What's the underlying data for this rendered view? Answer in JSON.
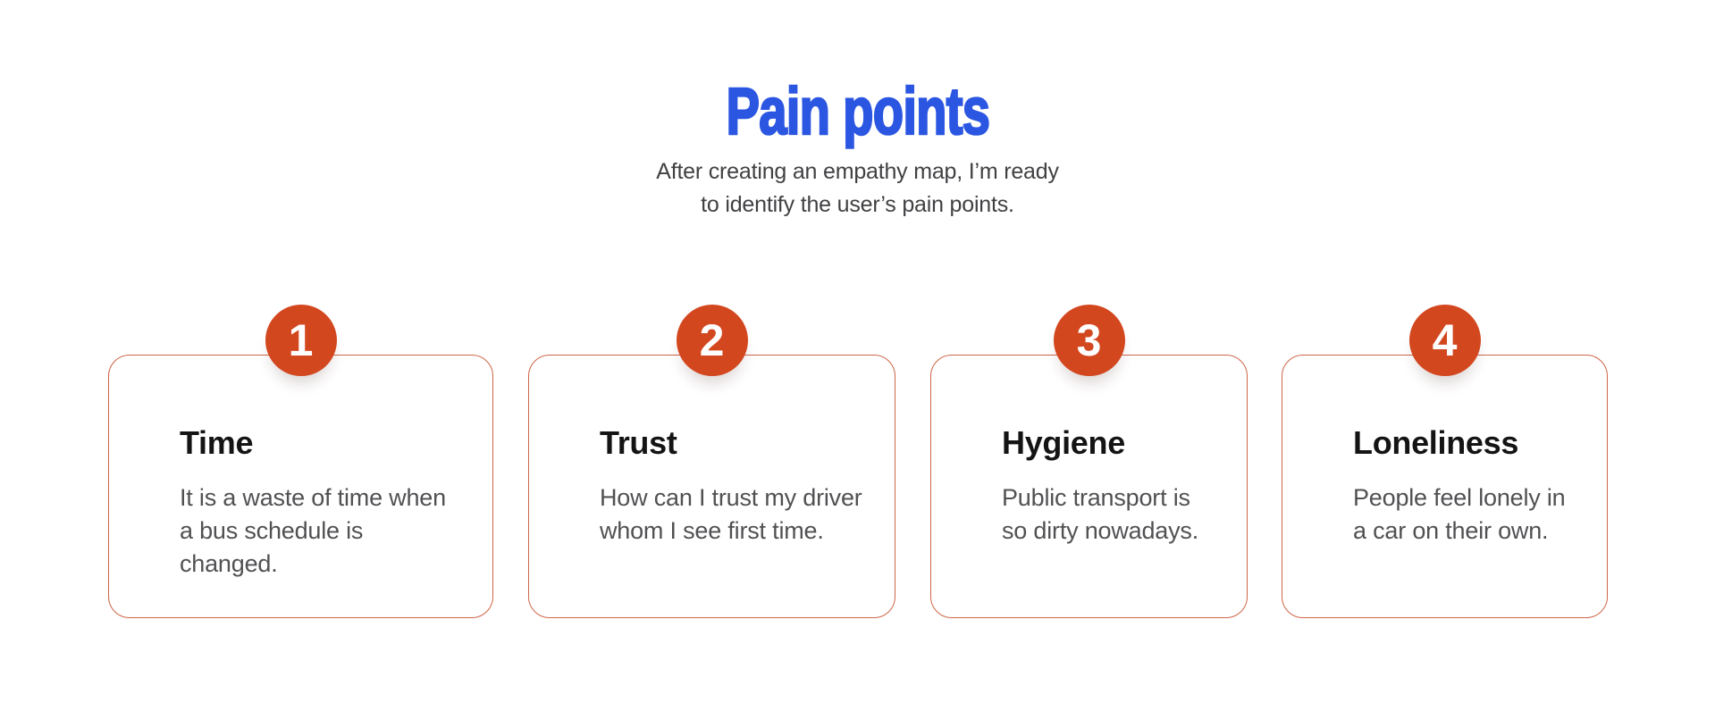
{
  "header": {
    "title": "Pain points",
    "subtitle_line1": "After creating an empathy map, I’m ready",
    "subtitle_line2": "to identify the user’s pain points."
  },
  "colors": {
    "title_blue": "#2B56E2",
    "badge_orange": "#D3471F",
    "card_border": "#CE6546",
    "body_gray": "#515154"
  },
  "cards": [
    {
      "number": "1",
      "title": "Time",
      "body_line1": "It is a waste of time when",
      "body_line2": "a bus schedule is changed."
    },
    {
      "number": "2",
      "title": "Trust",
      "body_line1": "How can I trust my driver",
      "body_line2": "whom I see first time."
    },
    {
      "number": "3",
      "title": "Hygiene",
      "body_line1": "Public transport is",
      "body_line2": "so dirty nowadays."
    },
    {
      "number": "4",
      "title": "Loneliness",
      "body_line1": "People feel lonely in",
      "body_line2": "a car on their own."
    }
  ]
}
